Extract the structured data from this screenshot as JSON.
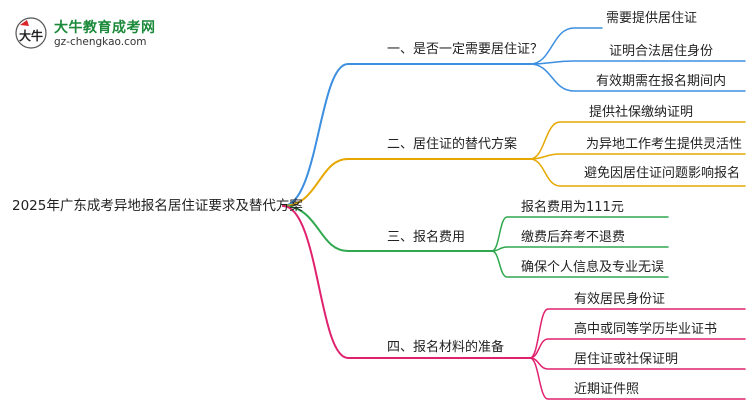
{
  "logo": {
    "name": "大牛教育成考网",
    "domain": "gz-chengkao.com",
    "mark_text": "大牛"
  },
  "root": {
    "label": "2025年广东成考异地报名居住证要求及替代方案"
  },
  "branches": [
    {
      "label": "一、是否一定需要居住证？",
      "color": "#3b8ee0",
      "leaves": [
        "需要提供居住证",
        "证明合法居住身份",
        "有效期需在报名期间内"
      ]
    },
    {
      "label": "二、居住证的替代方案",
      "color": "#e6a800",
      "leaves": [
        "提供社保缴纳证明",
        "为异地工作考生提供灵活性",
        "避免因居住证问题影响报名"
      ]
    },
    {
      "label": "三、报名费用",
      "color": "#2fa84f",
      "leaves": [
        "报名费用为111元",
        "缴费后弃考不退费",
        "确保个人信息及专业无误"
      ]
    },
    {
      "label": "四、报名材料的准备",
      "color": "#e0226e",
      "leaves": [
        "有效居民身份证",
        "高中或同等学历毕业证书",
        "居住证或社保证明",
        "近期证件照"
      ]
    }
  ]
}
